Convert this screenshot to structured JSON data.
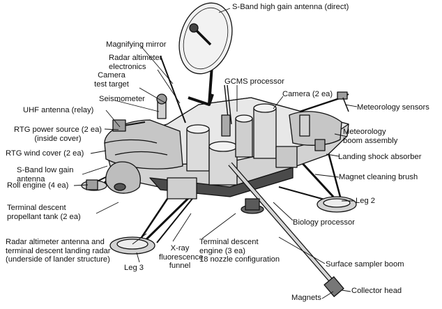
{
  "colors": {
    "ink": "#111111",
    "body": "#d2d2d2",
    "dark": "#555555",
    "paper": "#ffffff"
  },
  "labels": {
    "s_band_high_gain": "S-Band high gain antenna (direct)",
    "magnifying_mirror": "Magnifying mirror",
    "radar_altimeter_electronics": [
      "Radar altimeter",
      "electronics"
    ],
    "camera_test_target": [
      "Camera",
      "test target"
    ],
    "gcms_processor": "GCMS processor",
    "camera": "Camera (2 ea)",
    "seismometer": "Seismometer",
    "meteorology_sensors": "Meteorology sensors",
    "uhf_antenna": "UHF antenna (relay)",
    "rtg_power_source": [
      "RTG power source (2 ea)",
      "(inside cover)"
    ],
    "meteorology_boom": [
      "Meteorology",
      "boom assembly"
    ],
    "rtg_wind_cover": "RTG wind cover (2 ea)",
    "landing_shock_absorber": "Landing shock absorber",
    "s_band_low_gain": [
      "S-Band low gain",
      "antenna"
    ],
    "magnet_cleaning_brush": "Magnet cleaning brush",
    "roll_engine": "Roll engine (4 ea)",
    "leg_2": "Leg 2",
    "terminal_descent_tank": [
      "Terminal descent",
      "propellant tank (2 ea)"
    ],
    "biology_processor": "Biology processor",
    "radar_altimeter_antenna": [
      "Radar altimeter antenna and",
      "terminal descent landing radar",
      "(underside of lander structure)"
    ],
    "terminal_descent_engine": [
      "Terminal descent",
      "engine (3 ea)",
      "18 nozzle configuration"
    ],
    "xray": [
      "X-ray",
      "fluorescence",
      "funnel"
    ],
    "leg_3": "Leg 3",
    "surface_sampler_boom": "Surface sampler boom",
    "magnets": "Magnets",
    "collector_head": "Collector head"
  }
}
